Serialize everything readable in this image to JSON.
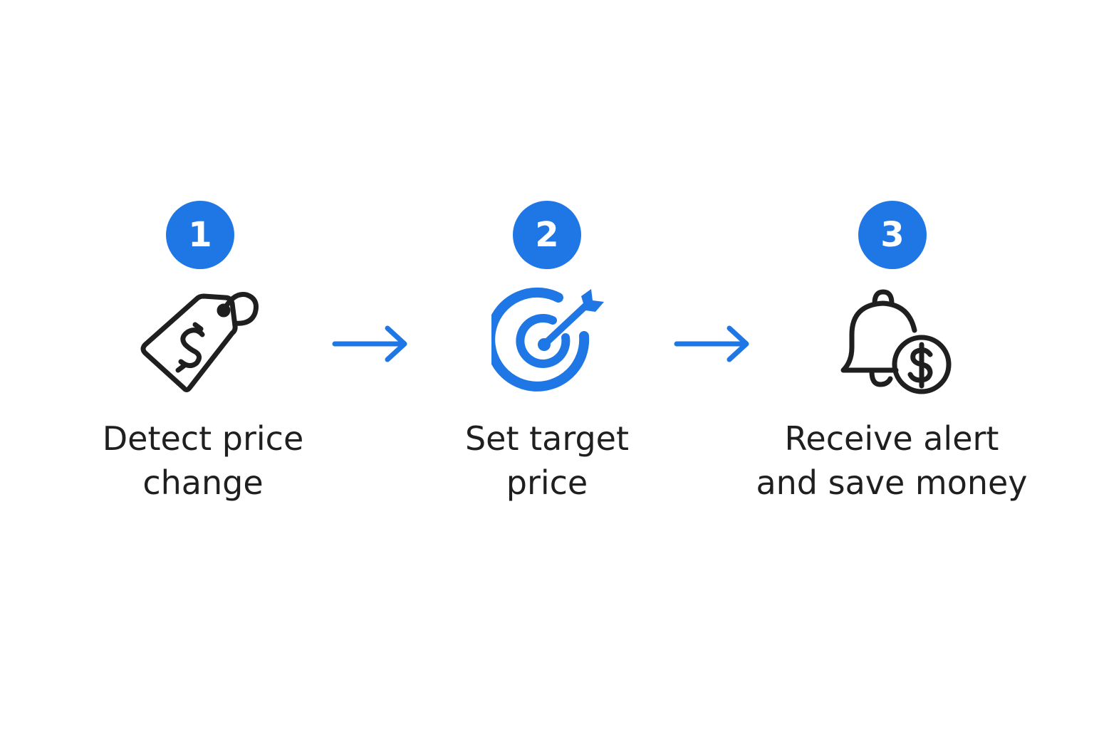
{
  "accent_color": "#1f77e6",
  "text_color": "#1f1f1f",
  "steps": [
    {
      "number": "1",
      "icon": "price-tag-icon",
      "label_lines": [
        "Detect price",
        "change"
      ]
    },
    {
      "number": "2",
      "icon": "target-icon",
      "label_lines": [
        "Set target",
        "price"
      ]
    },
    {
      "number": "3",
      "icon": "bell-dollar-icon",
      "label_lines": [
        "Receive alert",
        "and save money"
      ]
    }
  ],
  "connectors": [
    "arrow-right-icon",
    "arrow-right-icon"
  ]
}
